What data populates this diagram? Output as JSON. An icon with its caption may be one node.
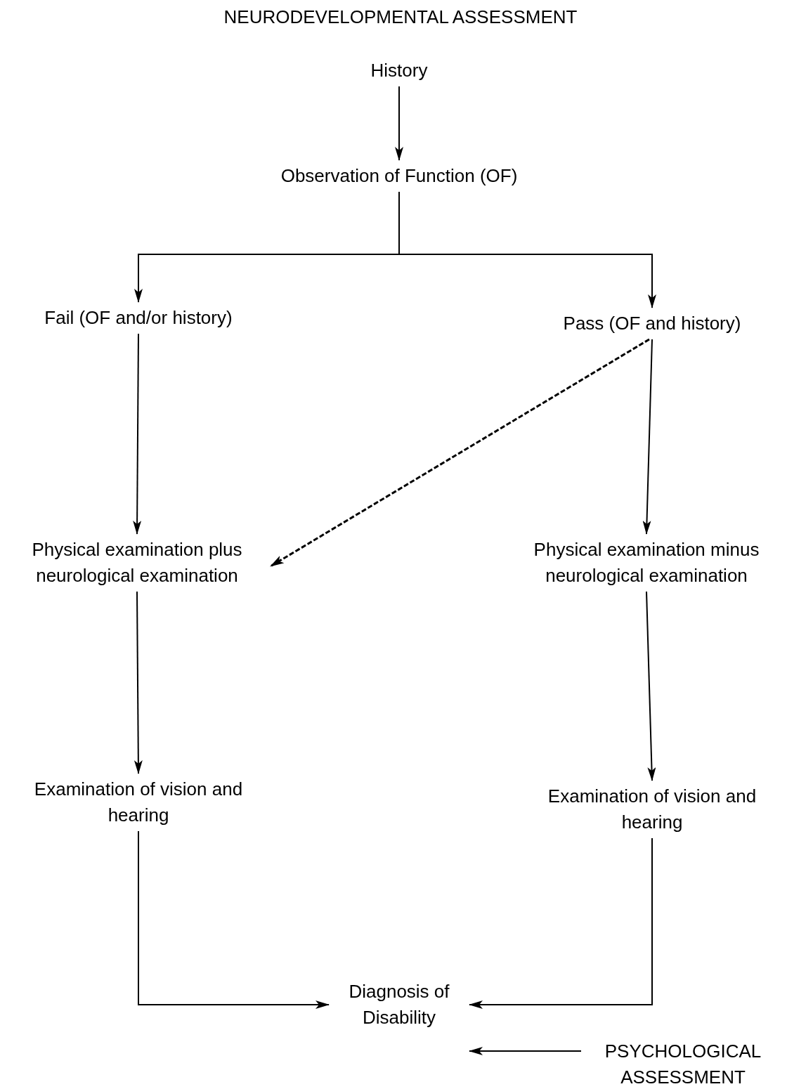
{
  "diagram": {
    "title": "NEURODEVELOPMENTAL ASSESSMENT",
    "nodes": [
      {
        "text": [
          "History"
        ]
      },
      {
        "text": [
          "Observation of Function (OF)"
        ]
      },
      {
        "text": [
          "Fail (OF and/or history)"
        ]
      },
      {
        "text": [
          "Pass (OF and history)"
        ]
      },
      {
        "text": [
          "Physical examination plus neurological examination"
        ]
      },
      {
        "text": [
          "Physical examination minus neurological examination"
        ]
      },
      {
        "text": [
          "Examination of vision and hearing"
        ]
      },
      {
        "text": [
          "Examination of vision and hearing"
        ]
      },
      {
        "text": [
          "Diagnosis of Disability"
        ]
      },
      {
        "text": [
          "PSYCHOLOGICAL ASSESSMENT"
        ]
      }
    ],
    "edges": [
      {
        "from": 0,
        "to": 1,
        "arrow": "to"
      },
      {
        "from": 1,
        "to": 2,
        "arrow": "to"
      },
      {
        "from": 1,
        "to": 3,
        "arrow": "to"
      },
      {
        "from": 2,
        "to": 4,
        "arrow": "to"
      },
      {
        "from": 3,
        "to": 4,
        "arrow": "to",
        "style": "dashed"
      },
      {
        "from": 3,
        "to": 5,
        "arrow": "to"
      },
      {
        "from": 4,
        "to": 6,
        "arrow": "to"
      },
      {
        "from": 5,
        "to": 7,
        "arrow": "to"
      },
      {
        "from": 6,
        "to": 8,
        "arrow": "to"
      },
      {
        "from": 7,
        "to": 8,
        "arrow": "to"
      },
      {
        "from": 9,
        "to": 8,
        "arrow": "to"
      }
    ]
  }
}
